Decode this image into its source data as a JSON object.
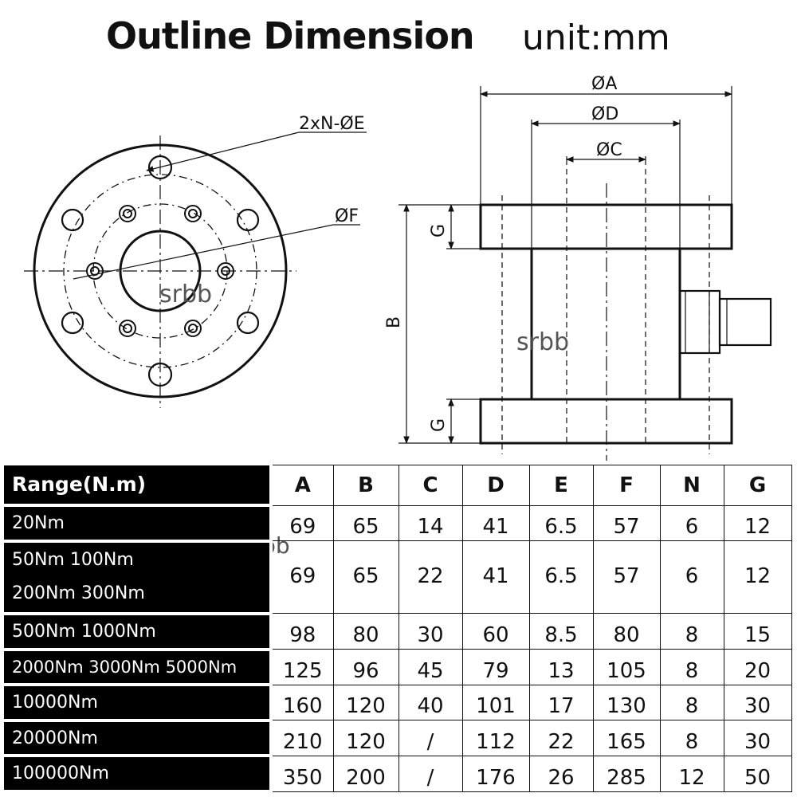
{
  "title": {
    "main": "Outline Dimension",
    "unit": "unit:mm"
  },
  "watermarks": [
    "srbb",
    "srbb",
    "srbb"
  ],
  "drawing": {
    "front_view": {
      "hole_label": "2xN-ØE",
      "bolt_circle_label": "ØF"
    },
    "side_view": {
      "outer_dia_label": "ØA",
      "body_dia_label": "ØD",
      "bore_dia_label": "ØC",
      "flange_label_top": "G",
      "flange_label_bottom": "G",
      "length_label": "B"
    }
  },
  "table": {
    "header": {
      "range": "Range(N.m)",
      "cols": [
        "A",
        "B",
        "C",
        "D",
        "E",
        "F",
        "N",
        "G"
      ]
    },
    "rows": [
      {
        "range": [
          "20Nm"
        ],
        "values": [
          "69",
          "65",
          "14",
          "41",
          "6.5",
          "57",
          "6",
          "12"
        ]
      },
      {
        "range": [
          "50Nm 100Nm",
          "200Nm 300Nm"
        ],
        "values": [
          "69",
          "65",
          "22",
          "41",
          "6.5",
          "57",
          "6",
          "12"
        ]
      },
      {
        "range": [
          "500Nm 1000Nm"
        ],
        "values": [
          "98",
          "80",
          "30",
          "60",
          "8.5",
          "80",
          "8",
          "15"
        ]
      },
      {
        "range": [
          "2000Nm 3000Nm 5000Nm"
        ],
        "values": [
          "125",
          "96",
          "45",
          "79",
          "13",
          "105",
          "8",
          "20"
        ]
      },
      {
        "range": [
          "10000Nm"
        ],
        "values": [
          "160",
          "120",
          "40",
          "101",
          "17",
          "130",
          "8",
          "30"
        ]
      },
      {
        "range": [
          "20000Nm"
        ],
        "values": [
          "210",
          "120",
          "/",
          "112",
          "22",
          "165",
          "8",
          "30"
        ]
      },
      {
        "range": [
          "100000Nm"
        ],
        "values": [
          "350",
          "200",
          "/",
          "176",
          "26",
          "285",
          "12",
          "50"
        ]
      }
    ]
  }
}
